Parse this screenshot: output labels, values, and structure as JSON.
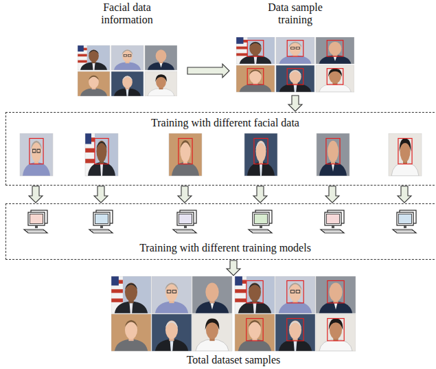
{
  "diagram": {
    "nodes": [
      {
        "text": [
          "Facial data information"
        ]
      },
      {
        "text": [
          "Data sample training"
        ]
      },
      {
        "text": [
          "Training with different facial data"
        ]
      },
      {
        "text": [
          "Training with different training models"
        ]
      },
      {
        "text": [
          "Total dataset samples"
        ]
      }
    ],
    "edges": [
      {
        "from": 0,
        "to": 1,
        "arrow": "to"
      },
      {
        "from": 1,
        "to": 2,
        "arrow": "to"
      },
      {
        "from": 2,
        "to": 3,
        "arrow": "to"
      },
      {
        "from": 3,
        "to": 4,
        "arrow": "to"
      }
    ]
  }
}
